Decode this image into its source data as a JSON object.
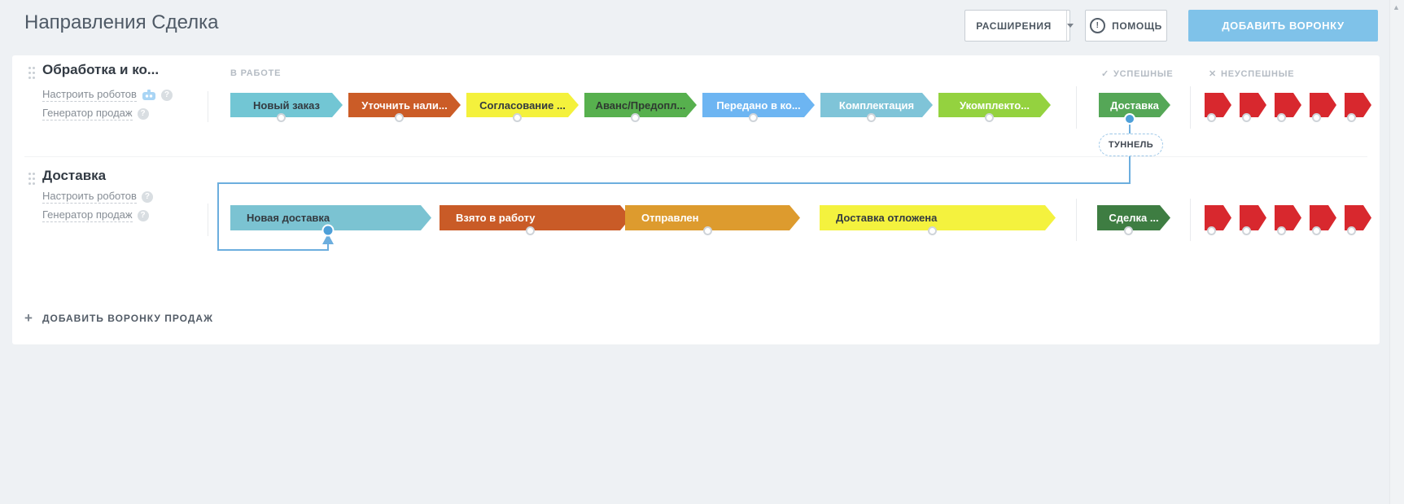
{
  "page": {
    "title": "Направления Сделка"
  },
  "toolbar": {
    "extensions_label": "РАСШИРЕНИЯ",
    "help_label": "ПОМОЩЬ",
    "add_funnel_label": "ДОБАВИТЬ ВОРОНКУ"
  },
  "section_labels": {
    "in_progress": "В РАБОТЕ",
    "successful": "УСПЕШНЫЕ",
    "unsuccessful": "НЕУСПЕШНЫЕ"
  },
  "tunnel_label": "ТУННЕЛЬ",
  "footer": {
    "add_sales_funnel_label": "ДОБАВИТЬ ВОРОНКУ ПРОДАЖ"
  },
  "colors": {
    "accent_blue": "#7fc2e9",
    "tunnel_line": "#6caede",
    "tunnel_dot": "#4d9fd8",
    "fail_red": "#d8282e"
  },
  "pipelines": [
    {
      "title": "Обработка и ко...",
      "robots_label": "Настроить роботов",
      "generator_label": "Генератор продаж",
      "stages": [
        {
          "label": "Новый заказ",
          "color": "#72c6d4",
          "text_color": "#333a40"
        },
        {
          "label": "Уточнить нали...",
          "color": "#cb5c27",
          "text_color": "#ffffff"
        },
        {
          "label": "Согласование ...",
          "color": "#f4f13c",
          "text_color": "#333a40"
        },
        {
          "label": "Аванс/Предопл...",
          "color": "#57b04e",
          "text_color": "#2f3a31"
        },
        {
          "label": "Передано в ко...",
          "color": "#6db5f2",
          "text_color": "#ffffff"
        },
        {
          "label": "Комплектация",
          "color": "#7fc4d8",
          "text_color": "#ffffff"
        },
        {
          "label": "Укомплекто...",
          "color": "#94d23f",
          "text_color": "#ffffff"
        }
      ],
      "success_stage": {
        "label": "Доставка",
        "color": "#55a757",
        "text_color": "#ffffff"
      },
      "fail_stage_count": 5
    },
    {
      "title": "Доставка",
      "robots_label": "Настроить роботов",
      "generator_label": "Генератор продаж",
      "stages": [
        {
          "label": "Новая доставка",
          "color": "#7bc3d2",
          "text_color": "#333a40"
        },
        {
          "label": "Взято в работу",
          "color": "#c95b27",
          "text_color": "#ffffff"
        },
        {
          "label": "Отправлен",
          "color": "#dd9b2e",
          "text_color": "#ffffff"
        },
        {
          "label": "Доставка отложена",
          "color": "#f4f23e",
          "text_color": "#333a40"
        }
      ],
      "success_stage": {
        "label": "Сделка ...",
        "color": "#3e7d42",
        "text_color": "#ffffff"
      },
      "fail_stage_count": 5
    }
  ]
}
